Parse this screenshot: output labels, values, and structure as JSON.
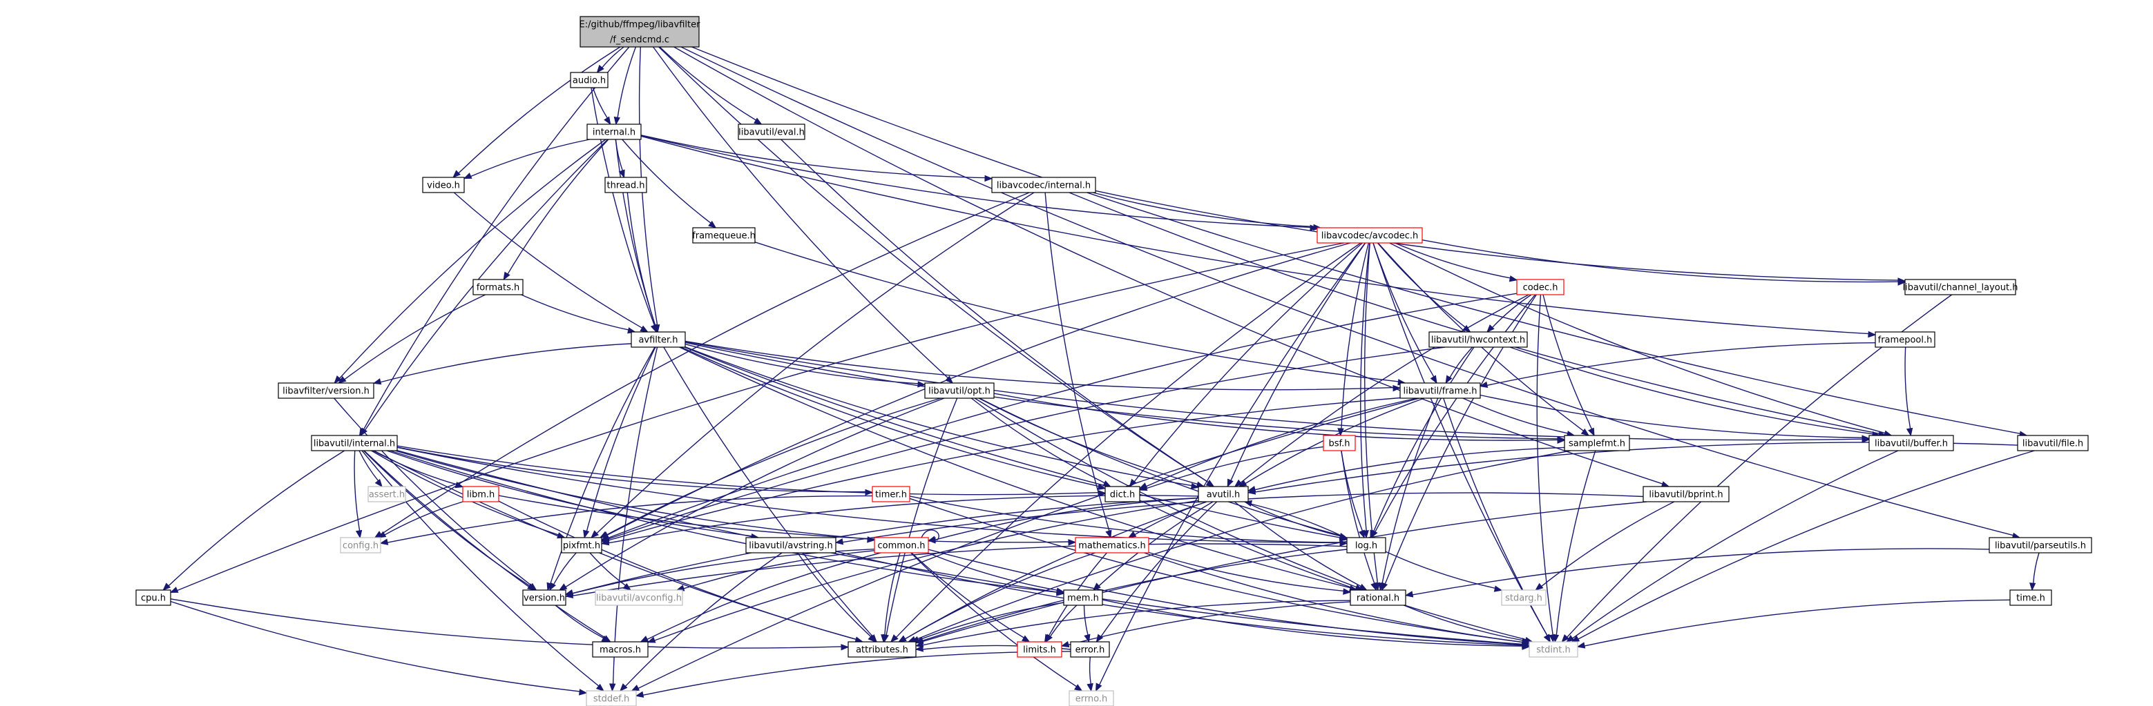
{
  "colors": {
    "edge": "#191970",
    "root_fill": "#bfbfbf",
    "node_border": "#000000",
    "error_border": "#ff0000",
    "system_border": "#bfbfbf",
    "system_text": "#8c8c8c"
  },
  "nodes": [
    {
      "id": "root",
      "lines": [
        "E:/github/ffmpeg/libavfilter",
        "/f_sendcmd.c"
      ],
      "kind": "root"
    },
    {
      "id": "audio",
      "lines": [
        "audio.h"
      ],
      "kind": "normal"
    },
    {
      "id": "internal",
      "lines": [
        "internal.h"
      ],
      "kind": "normal"
    },
    {
      "id": "evalh",
      "lines": [
        "libavutil/eval.h"
      ],
      "kind": "normal"
    },
    {
      "id": "video",
      "lines": [
        "video.h"
      ],
      "kind": "normal"
    },
    {
      "id": "thread",
      "lines": [
        "thread.h"
      ],
      "kind": "normal"
    },
    {
      "id": "lavcint",
      "lines": [
        "libavcodec/internal.h"
      ],
      "kind": "normal"
    },
    {
      "id": "framequeue",
      "lines": [
        "framequeue.h"
      ],
      "kind": "normal"
    },
    {
      "id": "avcodec",
      "lines": [
        "libavcodec/avcodec.h"
      ],
      "kind": "error"
    },
    {
      "id": "formats",
      "lines": [
        "formats.h"
      ],
      "kind": "normal"
    },
    {
      "id": "codec",
      "lines": [
        "codec.h"
      ],
      "kind": "error"
    },
    {
      "id": "chlayout",
      "lines": [
        "libavutil/channel_layout.h"
      ],
      "kind": "normal"
    },
    {
      "id": "avfilter",
      "lines": [
        "avfilter.h"
      ],
      "kind": "normal"
    },
    {
      "id": "hwcontext",
      "lines": [
        "libavutil/hwcontext.h"
      ],
      "kind": "normal"
    },
    {
      "id": "framepool",
      "lines": [
        "framepool.h"
      ],
      "kind": "normal"
    },
    {
      "id": "lafversion",
      "lines": [
        "libavfilter/version.h"
      ],
      "kind": "normal"
    },
    {
      "id": "opt",
      "lines": [
        "libavutil/opt.h"
      ],
      "kind": "normal"
    },
    {
      "id": "frame",
      "lines": [
        "libavutil/frame.h"
      ],
      "kind": "normal"
    },
    {
      "id": "lauint",
      "lines": [
        "libavutil/internal.h"
      ],
      "kind": "normal"
    },
    {
      "id": "bsf",
      "lines": [
        "bsf.h"
      ],
      "kind": "error"
    },
    {
      "id": "samplefmt",
      "lines": [
        "samplefmt.h"
      ],
      "kind": "normal"
    },
    {
      "id": "buffer",
      "lines": [
        "libavutil/buffer.h"
      ],
      "kind": "normal"
    },
    {
      "id": "fileh",
      "lines": [
        "libavutil/file.h"
      ],
      "kind": "normal"
    },
    {
      "id": "assert",
      "lines": [
        "assert.h"
      ],
      "kind": "system"
    },
    {
      "id": "libm",
      "lines": [
        "libm.h"
      ],
      "kind": "error"
    },
    {
      "id": "timer",
      "lines": [
        "timer.h"
      ],
      "kind": "error"
    },
    {
      "id": "dict",
      "lines": [
        "dict.h"
      ],
      "kind": "normal"
    },
    {
      "id": "avutil",
      "lines": [
        "avutil.h"
      ],
      "kind": "normal"
    },
    {
      "id": "bprint",
      "lines": [
        "libavutil/bprint.h"
      ],
      "kind": "normal"
    },
    {
      "id": "config",
      "lines": [
        "config.h"
      ],
      "kind": "system"
    },
    {
      "id": "pixfmt",
      "lines": [
        "pixfmt.h"
      ],
      "kind": "normal"
    },
    {
      "id": "avstring",
      "lines": [
        "libavutil/avstring.h"
      ],
      "kind": "normal"
    },
    {
      "id": "common",
      "lines": [
        "common.h"
      ],
      "kind": "error"
    },
    {
      "id": "mathematics",
      "lines": [
        "mathematics.h"
      ],
      "kind": "error"
    },
    {
      "id": "logh",
      "lines": [
        "log.h"
      ],
      "kind": "normal"
    },
    {
      "id": "parseutils",
      "lines": [
        "libavutil/parseutils.h"
      ],
      "kind": "normal"
    },
    {
      "id": "cpu",
      "lines": [
        "cpu.h"
      ],
      "kind": "normal"
    },
    {
      "id": "version",
      "lines": [
        "version.h"
      ],
      "kind": "normal"
    },
    {
      "id": "avconfig",
      "lines": [
        "libavutil/avconfig.h"
      ],
      "kind": "system"
    },
    {
      "id": "mem",
      "lines": [
        "mem.h"
      ],
      "kind": "normal"
    },
    {
      "id": "rational",
      "lines": [
        "rational.h"
      ],
      "kind": "normal"
    },
    {
      "id": "stdarg",
      "lines": [
        "stdarg.h"
      ],
      "kind": "system"
    },
    {
      "id": "timeh",
      "lines": [
        "time.h"
      ],
      "kind": "normal"
    },
    {
      "id": "macros",
      "lines": [
        "macros.h"
      ],
      "kind": "normal"
    },
    {
      "id": "attributes",
      "lines": [
        "attributes.h"
      ],
      "kind": "normal"
    },
    {
      "id": "limits",
      "lines": [
        "limits.h"
      ],
      "kind": "error"
    },
    {
      "id": "error",
      "lines": [
        "error.h"
      ],
      "kind": "normal"
    },
    {
      "id": "stdint",
      "lines": [
        "stdint.h"
      ],
      "kind": "system"
    },
    {
      "id": "stddef",
      "lines": [
        "stddef.h"
      ],
      "kind": "system"
    },
    {
      "id": "errno",
      "lines": [
        "errno.h"
      ],
      "kind": "system"
    }
  ],
  "edges": [
    [
      "root",
      "audio"
    ],
    [
      "root",
      "internal"
    ],
    [
      "root",
      "evalh"
    ],
    [
      "root",
      "video"
    ],
    [
      "root",
      "avfilter"
    ],
    [
      "root",
      "lauint"
    ],
    [
      "root",
      "opt"
    ],
    [
      "root",
      "fileh"
    ],
    [
      "root",
      "bprint"
    ],
    [
      "root",
      "parseutils"
    ],
    [
      "root",
      "avutil"
    ],
    [
      "audio",
      "internal"
    ],
    [
      "audio",
      "avfilter"
    ],
    [
      "internal",
      "video"
    ],
    [
      "internal",
      "thread"
    ],
    [
      "internal",
      "lavcint"
    ],
    [
      "internal",
      "framequeue"
    ],
    [
      "internal",
      "avcodec"
    ],
    [
      "internal",
      "formats"
    ],
    [
      "internal",
      "avfilter"
    ],
    [
      "internal",
      "lafversion"
    ],
    [
      "internal",
      "lauint"
    ],
    [
      "internal",
      "framepool"
    ],
    [
      "video",
      "avfilter"
    ],
    [
      "thread",
      "avfilter"
    ],
    [
      "framequeue",
      "frame"
    ],
    [
      "formats",
      "avfilter"
    ],
    [
      "formats",
      "lafversion"
    ],
    [
      "evalh",
      "avutil"
    ],
    [
      "lavcint",
      "avcodec"
    ],
    [
      "lavcint",
      "buffer"
    ],
    [
      "lavcint",
      "chlayout"
    ],
    [
      "lavcint",
      "pixfmt"
    ],
    [
      "lavcint",
      "mathematics"
    ],
    [
      "lavcint",
      "config"
    ],
    [
      "avcodec",
      "codec"
    ],
    [
      "avcodec",
      "chlayout"
    ],
    [
      "avcodec",
      "hwcontext"
    ],
    [
      "avcodec",
      "frame"
    ],
    [
      "avcodec",
      "bsf"
    ],
    [
      "avcodec",
      "dict"
    ],
    [
      "avcodec",
      "avutil"
    ],
    [
      "avcodec",
      "samplefmt"
    ],
    [
      "avcodec",
      "buffer"
    ],
    [
      "avcodec",
      "pixfmt"
    ],
    [
      "avcodec",
      "attributes"
    ],
    [
      "avcodec",
      "rational"
    ],
    [
      "avcodec",
      "logh"
    ],
    [
      "avcodec",
      "cpu"
    ],
    [
      "avcodec",
      "stdint"
    ],
    [
      "avcodec",
      "errno"
    ],
    [
      "codec",
      "hwcontext"
    ],
    [
      "codec",
      "avutil"
    ],
    [
      "codec",
      "samplefmt"
    ],
    [
      "codec",
      "pixfmt"
    ],
    [
      "codec",
      "logh"
    ],
    [
      "codec",
      "stdint"
    ],
    [
      "codec",
      "rational"
    ],
    [
      "hwcontext",
      "frame"
    ],
    [
      "hwcontext",
      "buffer"
    ],
    [
      "hwcontext",
      "pixfmt"
    ],
    [
      "hwcontext",
      "logh"
    ],
    [
      "chlayout",
      "stdint"
    ],
    [
      "framepool",
      "frame"
    ],
    [
      "framepool",
      "buffer"
    ],
    [
      "avfilter",
      "lafversion"
    ],
    [
      "avfilter",
      "opt"
    ],
    [
      "avfilter",
      "frame"
    ],
    [
      "avfilter",
      "dict"
    ],
    [
      "avfilter",
      "avutil"
    ],
    [
      "avfilter",
      "buffer"
    ],
    [
      "avfilter",
      "samplefmt"
    ],
    [
      "avfilter",
      "pixfmt"
    ],
    [
      "avfilter",
      "logh"
    ],
    [
      "avfilter",
      "rational"
    ],
    [
      "avfilter",
      "attributes"
    ],
    [
      "avfilter",
      "stddef"
    ],
    [
      "avfilter",
      "version"
    ],
    [
      "lafversion",
      "version"
    ],
    [
      "opt",
      "samplefmt"
    ],
    [
      "opt",
      "dict"
    ],
    [
      "opt",
      "avutil"
    ],
    [
      "opt",
      "pixfmt"
    ],
    [
      "opt",
      "logh"
    ],
    [
      "opt",
      "rational"
    ],
    [
      "opt",
      "version"
    ],
    [
      "opt",
      "attributes"
    ],
    [
      "frame",
      "samplefmt"
    ],
    [
      "frame",
      "buffer"
    ],
    [
      "frame",
      "dict"
    ],
    [
      "frame",
      "avutil"
    ],
    [
      "frame",
      "pixfmt"
    ],
    [
      "frame",
      "rational"
    ],
    [
      "frame",
      "stddef"
    ],
    [
      "frame",
      "stdint"
    ],
    [
      "lauint",
      "assert"
    ],
    [
      "lauint",
      "libm"
    ],
    [
      "lauint",
      "timer"
    ],
    [
      "lauint",
      "config"
    ],
    [
      "lauint",
      "pixfmt"
    ],
    [
      "lauint",
      "avstring"
    ],
    [
      "lauint",
      "cpu"
    ],
    [
      "lauint",
      "version"
    ],
    [
      "lauint",
      "macros"
    ],
    [
      "lauint",
      "attributes"
    ],
    [
      "lauint",
      "dict"
    ],
    [
      "lauint",
      "mem"
    ],
    [
      "lauint",
      "common"
    ],
    [
      "lauint",
      "stddef"
    ],
    [
      "lauint",
      "stdint"
    ],
    [
      "lauint",
      "logh"
    ],
    [
      "bsf",
      "dict"
    ],
    [
      "bsf",
      "logh"
    ],
    [
      "bsf",
      "rational"
    ],
    [
      "samplefmt",
      "avutil"
    ],
    [
      "samplefmt",
      "attributes"
    ],
    [
      "samplefmt",
      "stdint"
    ],
    [
      "buffer",
      "stdint"
    ],
    [
      "fileh",
      "avutil"
    ],
    [
      "fileh",
      "stdint"
    ],
    [
      "libm",
      "config"
    ],
    [
      "libm",
      "attributes"
    ],
    [
      "libm",
      "mathematics"
    ],
    [
      "timer",
      "config"
    ],
    [
      "timer",
      "logh"
    ],
    [
      "timer",
      "stdint"
    ],
    [
      "dict",
      "stdint"
    ],
    [
      "avutil",
      "common"
    ],
    [
      "avutil",
      "mathematics"
    ],
    [
      "avutil",
      "rational"
    ],
    [
      "avutil",
      "version"
    ],
    [
      "avutil",
      "macros"
    ],
    [
      "avutil",
      "error"
    ],
    [
      "avutil",
      "mem"
    ],
    [
      "avutil",
      "logh"
    ],
    [
      "avutil",
      "pixfmt"
    ],
    [
      "avutil",
      "attributes"
    ],
    [
      "bprint",
      "avstring"
    ],
    [
      "bprint",
      "attributes"
    ],
    [
      "bprint",
      "stdarg"
    ],
    [
      "pixfmt",
      "avconfig"
    ],
    [
      "pixfmt",
      "version"
    ],
    [
      "avstring",
      "attributes"
    ],
    [
      "avstring",
      "stddef"
    ],
    [
      "avstring",
      "stdint"
    ],
    [
      "common",
      "attributes"
    ],
    [
      "common",
      "macros"
    ],
    [
      "common",
      "version"
    ],
    [
      "common",
      "limits"
    ],
    [
      "common",
      "errno"
    ],
    [
      "common",
      "avconfig"
    ],
    [
      "common",
      "mem"
    ],
    [
      "common",
      "stdint"
    ],
    [
      "common",
      "common"
    ],
    [
      "mathematics",
      "attributes"
    ],
    [
      "mathematics",
      "rational"
    ],
    [
      "mathematics",
      "stdint"
    ],
    [
      "mathematics",
      "limits"
    ],
    [
      "logh",
      "attributes"
    ],
    [
      "logh",
      "version"
    ],
    [
      "logh",
      "stdarg"
    ],
    [
      "logh",
      "avutil"
    ],
    [
      "parseutils",
      "rational"
    ],
    [
      "parseutils",
      "timeh"
    ],
    [
      "cpu",
      "attributes"
    ],
    [
      "cpu",
      "stddef"
    ],
    [
      "version",
      "macros"
    ],
    [
      "mem",
      "attributes"
    ],
    [
      "mem",
      "error"
    ],
    [
      "mem",
      "limits"
    ],
    [
      "mem",
      "stdint"
    ],
    [
      "rational",
      "attributes"
    ],
    [
      "rational",
      "stdint"
    ],
    [
      "rational",
      "limits"
    ],
    [
      "timeh",
      "stdint"
    ],
    [
      "error",
      "errno"
    ],
    [
      "error",
      "stddef"
    ],
    [
      "error",
      "attributes"
    ]
  ]
}
